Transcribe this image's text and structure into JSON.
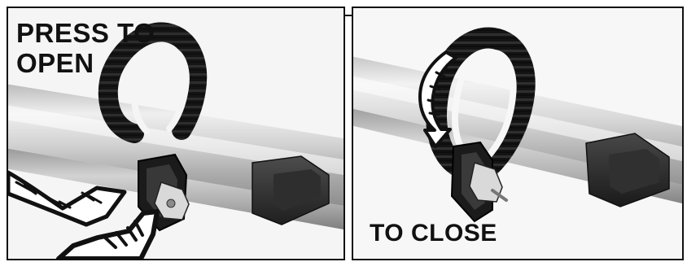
{
  "instructions": {
    "press_to_open_line1": "PRESS TO",
    "press_to_open_line2": "OPEN",
    "to_close": "TO CLOSE"
  },
  "icons": {
    "left_panel": [
      "strap-icon",
      "buckle-icon",
      "hand-icon",
      "arrow-icon"
    ],
    "right_panel": [
      "strap-icon",
      "buckle-icon",
      "arrow-icon"
    ]
  }
}
